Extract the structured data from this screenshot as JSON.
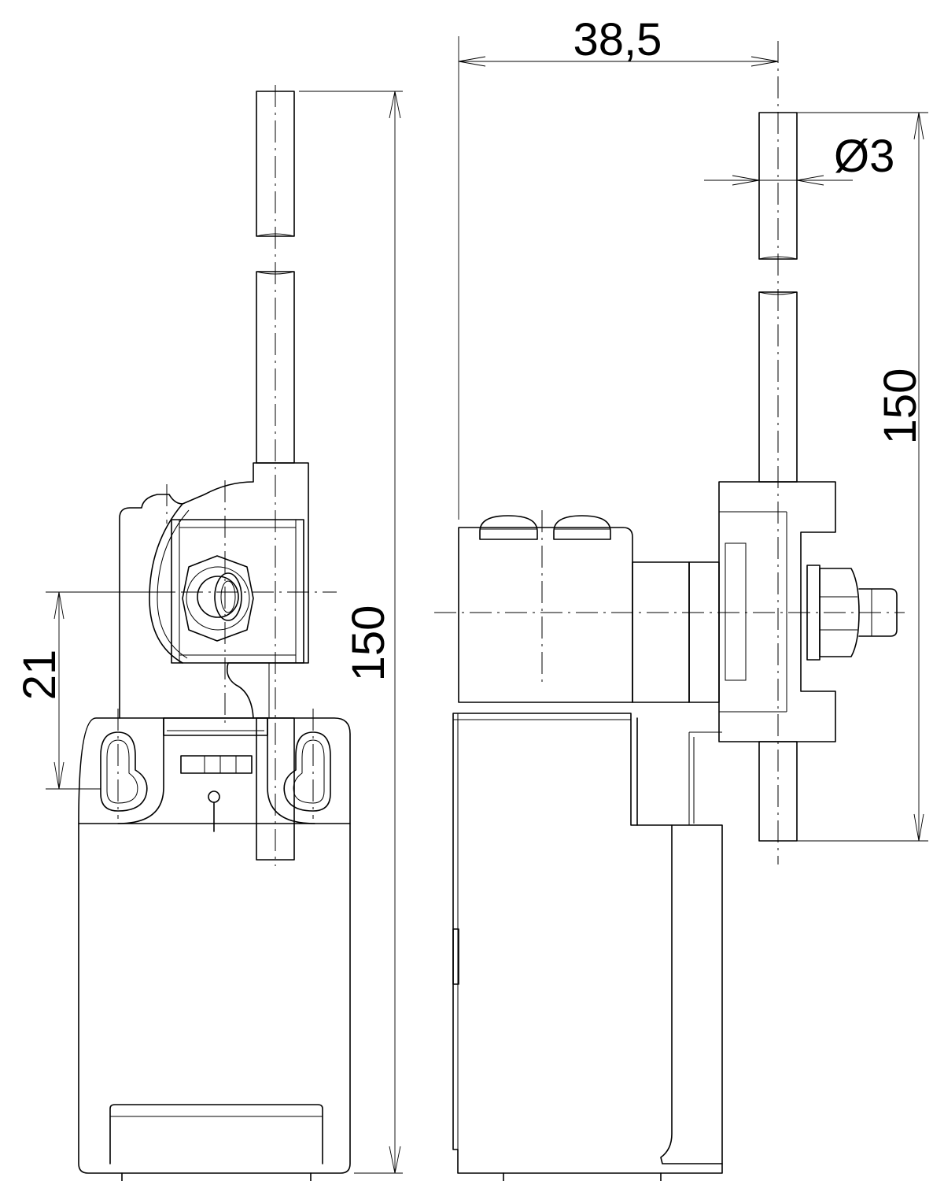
{
  "dimensions": {
    "front_height": "150",
    "front_pivot_offset": "21",
    "side_width": "38,5",
    "rod_diameter": "Ø3",
    "rod_length": "150"
  }
}
